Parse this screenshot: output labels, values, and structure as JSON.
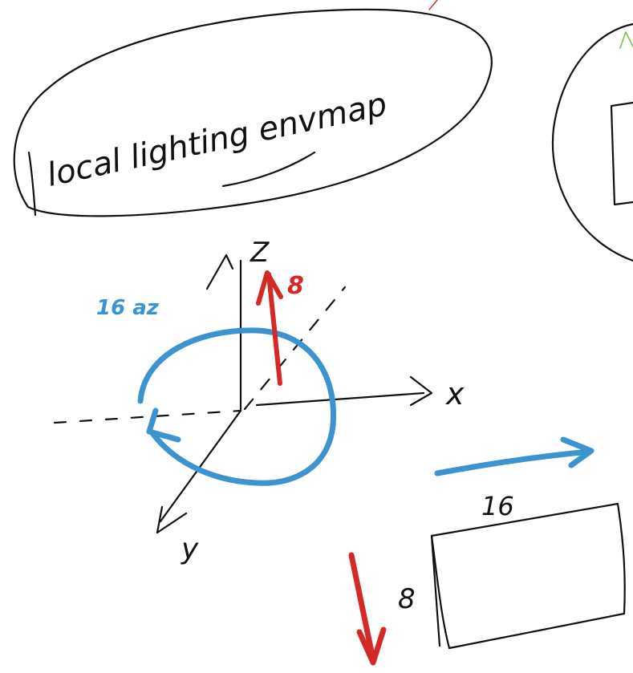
{
  "title_note": "local lighting envmap",
  "axes": {
    "z": "Z",
    "x": "x",
    "y": "y"
  },
  "red_arrow_label": "8",
  "blue_circle_label": "16 az",
  "rect_width_label": "16",
  "rect_height_label": "8",
  "colors": {
    "ink": "#111111",
    "red": "#d42a27",
    "blue": "#3b94d0",
    "green": "#7cc242"
  }
}
